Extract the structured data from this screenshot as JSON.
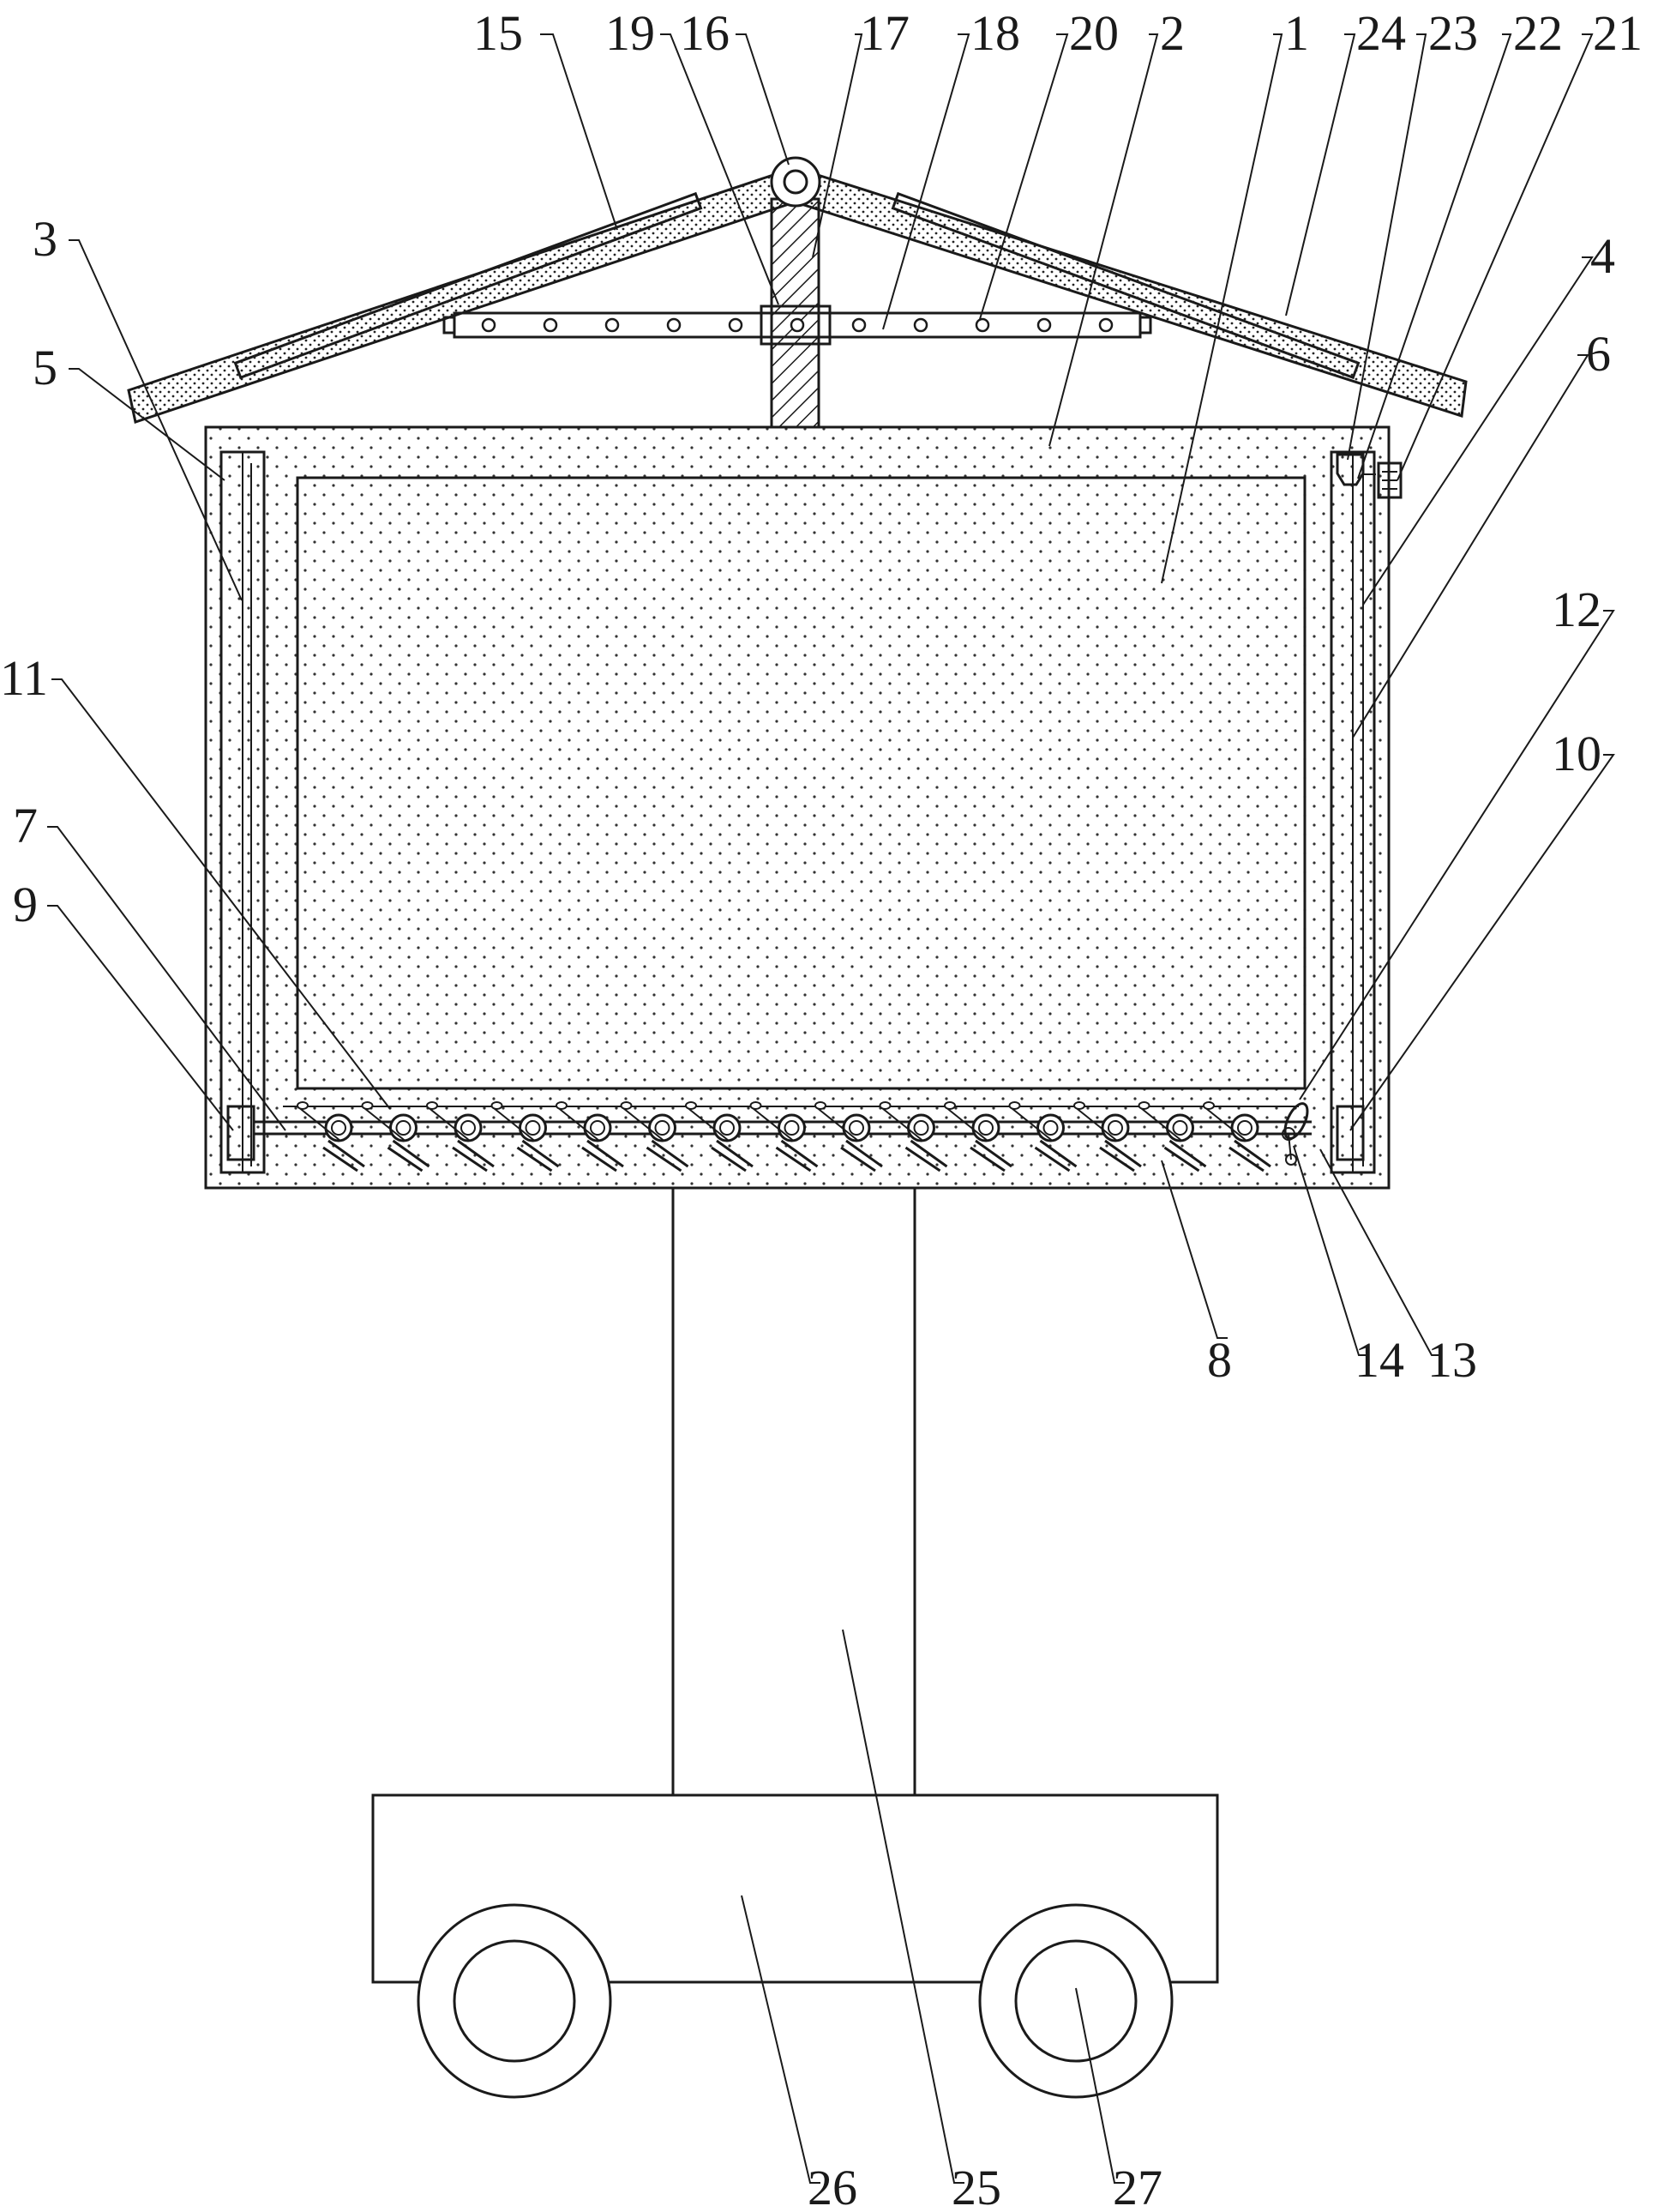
{
  "diagram": {
    "labels": [
      "15",
      "19",
      "16",
      "17",
      "18",
      "20",
      "2",
      "1",
      "24",
      "23",
      "22",
      "21",
      "3",
      "4",
      "5",
      "6",
      "11",
      "12",
      "10",
      "7",
      "9",
      "8",
      "14",
      "13",
      "25",
      "26",
      "27"
    ]
  }
}
